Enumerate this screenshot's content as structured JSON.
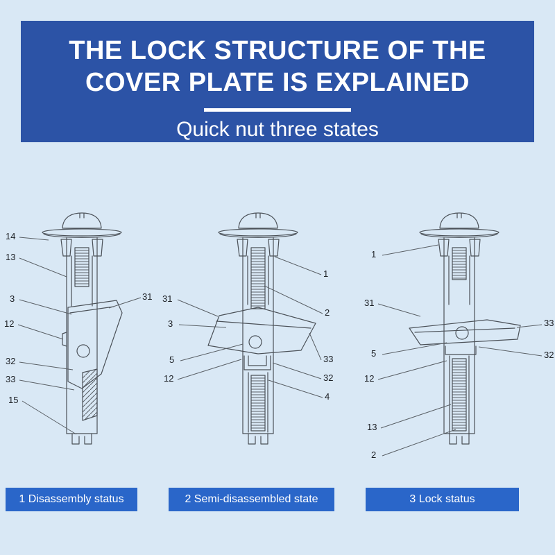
{
  "banner": {
    "title_line1": "THE LOCK STRUCTURE OF THE",
    "title_line2": "COVER PLATE IS EXPLAINED",
    "subtitle": "Quick nut three states"
  },
  "colors": {
    "background": "#d9e8f5",
    "banner": "#2c53a6",
    "statusbar": "#2a66c9",
    "line": "#4b5158"
  },
  "figures": [
    {
      "id": "disassembly",
      "status_label": "1 Disassembly status",
      "callouts": [
        "14",
        "13",
        "3",
        "12",
        "32",
        "33",
        "15",
        "31"
      ]
    },
    {
      "id": "semi-disassembled",
      "status_label": "2 Semi-disassembled state",
      "callouts": [
        "31",
        "3",
        "5",
        "12",
        "1",
        "2",
        "33",
        "32",
        "4"
      ]
    },
    {
      "id": "lock",
      "status_label": "3 Lock status",
      "callouts": [
        "1",
        "31",
        "5",
        "12",
        "13",
        "2",
        "33",
        "32"
      ]
    }
  ]
}
